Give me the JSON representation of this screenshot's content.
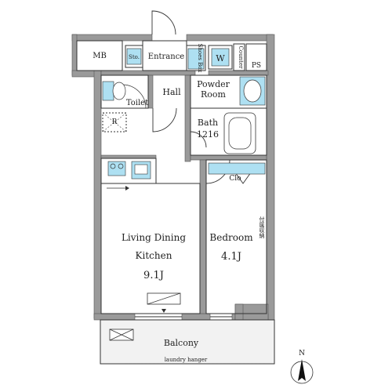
{
  "rooms": {
    "mb": "MB",
    "sto": "Sto.",
    "entrance": "Entrance",
    "shoes_box": "Shoes Box",
    "w": "W",
    "counter": "Counter",
    "ps": "PS",
    "powder_room_line1": "Powder",
    "powder_room_line2": "Room",
    "hall": "Hall",
    "toilet": "Toilet",
    "r": "R",
    "bath": "Bath",
    "bath_size": "1216",
    "clo": "Clo",
    "living_line1": "Living Dining",
    "living_line2": "Kitchen",
    "living_size": "9.1J",
    "bedroom": "Bedroom",
    "bedroom_size": "4.1J",
    "bedroom_side_note": "付属収納",
    "balcony": "Balcony",
    "laundry_hanger": "laundry hanger"
  },
  "compass": {
    "north": "N"
  },
  "colors": {
    "wall": "#9a9a9a",
    "wall_edge": "#555555",
    "line": "#333333",
    "fixture_fill": "#aee0f2",
    "balcony_fill": "#f2f2f2"
  }
}
